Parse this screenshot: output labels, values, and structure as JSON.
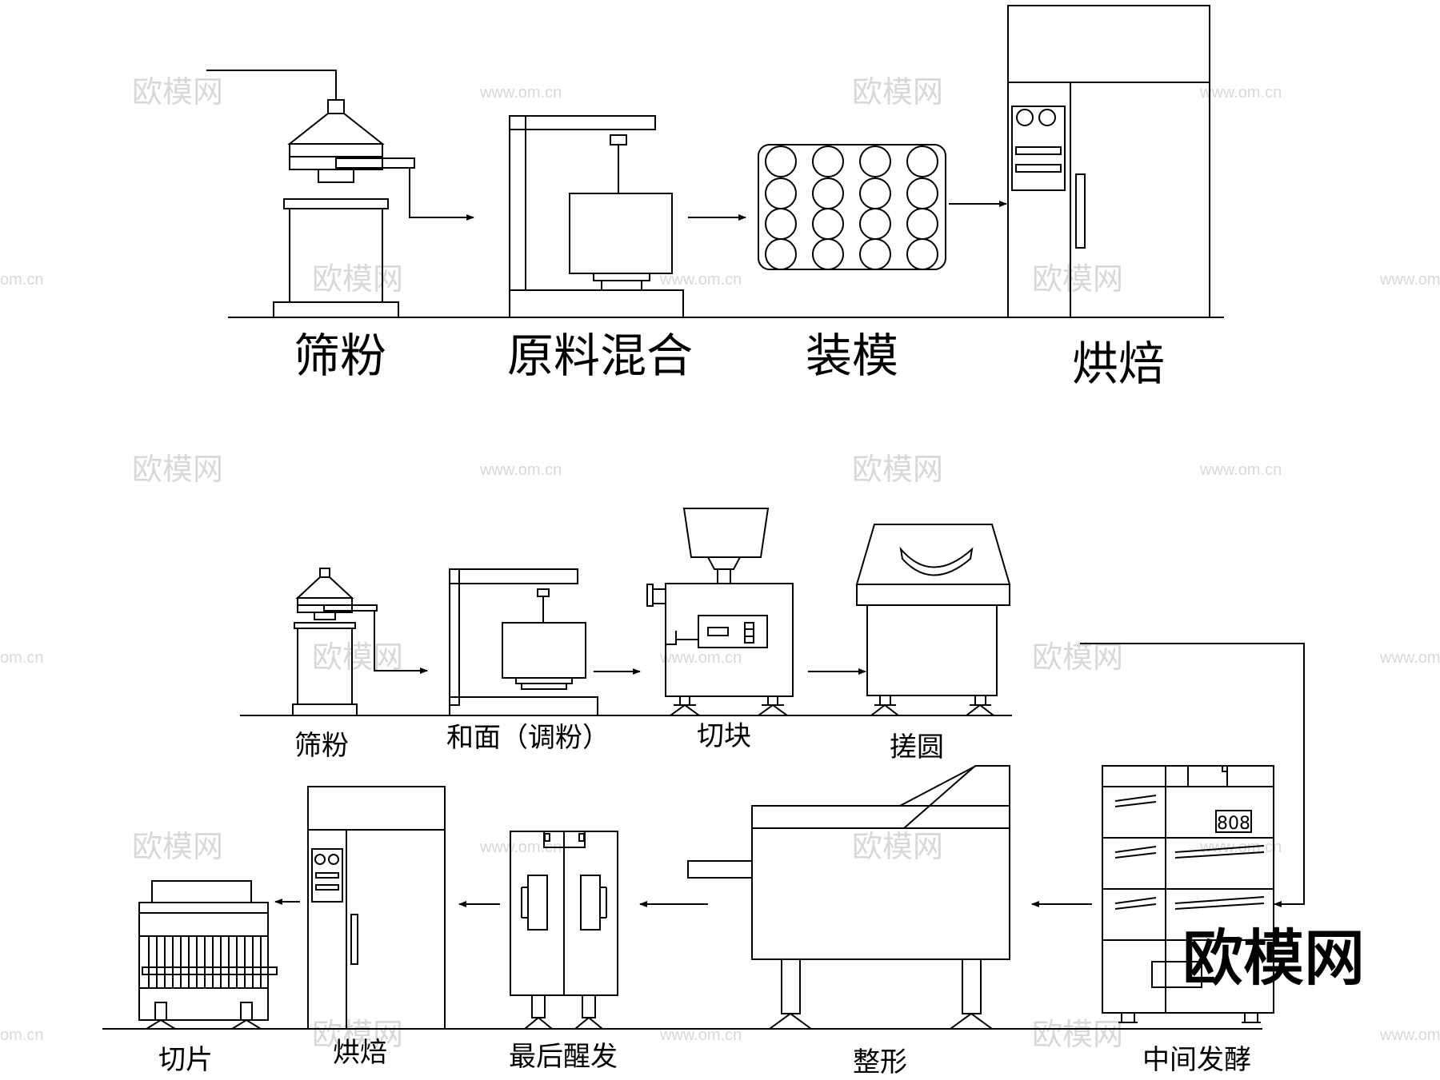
{
  "process_top": {
    "steps": [
      "筛粉",
      "原料混合",
      "装模",
      "烘焙"
    ]
  },
  "process_bottom": {
    "row1": [
      "筛粉",
      "和面（调粉）",
      "切块",
      "搓圆"
    ],
    "row2": [
      "切片",
      "烘焙",
      "最后醒发",
      "整形",
      "中间发酵"
    ]
  },
  "display": {
    "text": "808"
  },
  "watermark": {
    "brand": "欧模网",
    "site": "www.om.cn",
    "site_cut": "om.cn",
    "logo": "欧模网"
  },
  "colors": {
    "line": "#000000",
    "watermark": "#d4d4d4"
  }
}
